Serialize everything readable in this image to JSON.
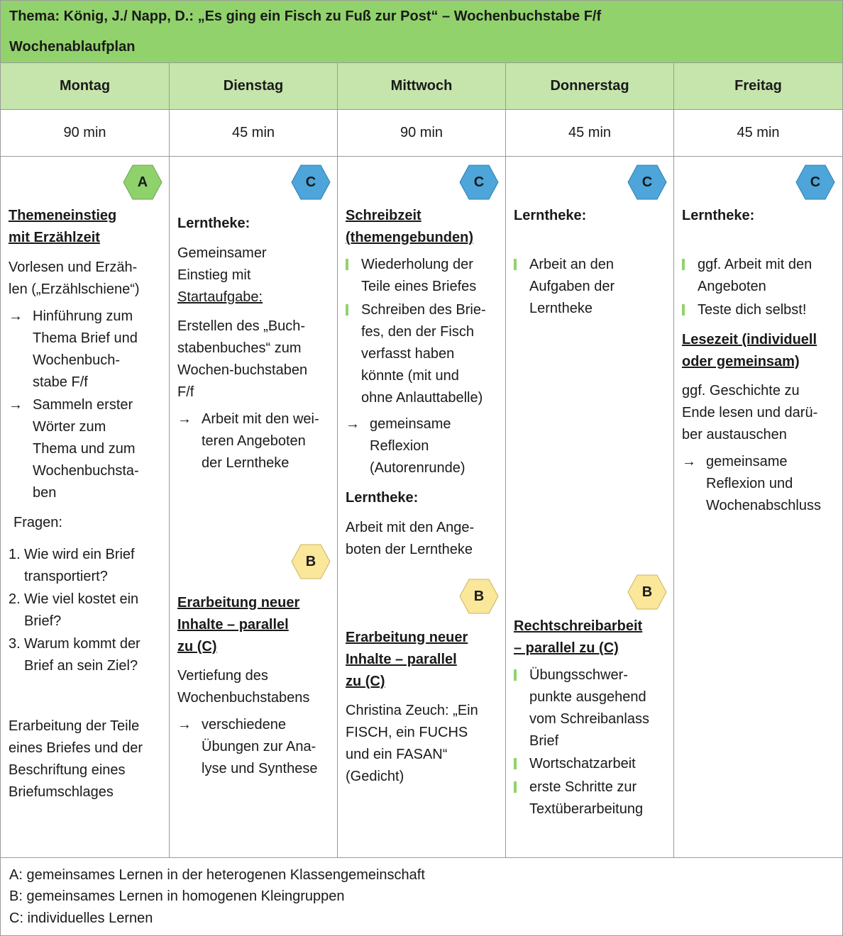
{
  "header": {
    "title": "Thema: König, J./ Napp, D.: „Es ging ein Fisch zu Fuß zur Post“ – Wochenbuchstabe F/f",
    "subtitle": "Wochenablaufplan"
  },
  "days": [
    "Montag",
    "Dienstag",
    "Mittwoch",
    "Donnerstag",
    "Freitag"
  ],
  "durations": [
    "90 min",
    "45 min",
    "90 min",
    "45 min",
    "45 min"
  ],
  "badge_colors": {
    "A": "#8fd16b",
    "B": "#fbe79a",
    "C": "#4ea5d9"
  },
  "monday": {
    "badge": "A",
    "heading_1": "Themeneinstieg",
    "heading_2": "mit Erzählzeit",
    "intro_1": "Vorlesen und  Erzäh-",
    "intro_2": "len („Erzählschiene“)",
    "arrow1": [
      "Hinführung zum",
      "Thema Brief und",
      "Wochenbuch-",
      "stabe F/f"
    ],
    "arrow2": [
      "Sammeln erster",
      "Wörter zum",
      "Thema und zum",
      "Wochenbuchsta-",
      "ben"
    ],
    "questions_label": "Fragen:",
    "questions": [
      {
        "n": "1.",
        "lines": [
          "Wie wird ein Brief",
          "transportiert?"
        ]
      },
      {
        "n": "2.",
        "lines": [
          "Wie viel kostet ein",
          "Brief?"
        ]
      },
      {
        "n": "3.",
        "lines": [
          "Warum kommt der",
          "Brief an sein Ziel?"
        ]
      }
    ],
    "outro": [
      "Erarbeitung der Teile",
      "eines Briefes und der",
      "Beschriftung eines",
      "Briefumschlages"
    ]
  },
  "tuesday": {
    "badge_top": "C",
    "lerntheke": "Lerntheke:",
    "text_1": "Gemeinsamer",
    "text_2": "Einstieg mit",
    "text_3": "Startaufgabe:",
    "text_4": [
      "Erstellen des „Buch-",
      "stabenbuches“ zum",
      "Wochen-buchstaben",
      "F/f"
    ],
    "arrow": [
      "Arbeit mit den wei-",
      "teren Angeboten",
      "der Lerntheke"
    ],
    "badge_bottom": "B",
    "heading": [
      "Erarbeitung neuer",
      "Inhalte – parallel",
      "zu (C)"
    ],
    "text_5": [
      "Vertiefung des",
      "Wochenbuchstabens"
    ],
    "arrow2": [
      "verschiedene",
      "Übungen zur Ana-",
      "lyse und Synthese"
    ]
  },
  "wednesday": {
    "badge_top": "C",
    "heading": [
      "Schreibzeit",
      "(themengebunden)"
    ],
    "bullet1": [
      "Wiederholung der",
      "Teile eines Briefes"
    ],
    "bullet2": [
      "Schreiben des Brie-",
      "fes, den der Fisch",
      "verfasst haben",
      "könnte (mit und",
      "ohne Anlauttabelle)"
    ],
    "arrow": [
      "gemeinsame",
      "Reflexion",
      "(Autorenrunde)"
    ],
    "lerntheke": "Lerntheke:",
    "text_1": [
      "Arbeit mit den Ange-",
      "boten der Lerntheke"
    ],
    "badge_bottom": "B",
    "heading_2": [
      "Erarbeitung neuer",
      "Inhalte – parallel",
      "zu (C)"
    ],
    "text_2": [
      "Christina Zeuch: „Ein",
      "FISCH, ein FUCHS",
      "und ein FASAN“",
      "(Gedicht)"
    ]
  },
  "thursday": {
    "badge_top": "C",
    "lerntheke": "Lerntheke:",
    "bullet1": [
      "Arbeit an den",
      "Aufgaben der",
      "Lerntheke"
    ],
    "badge_bottom": "B",
    "heading": [
      "Rechtschreibarbeit",
      "– parallel zu (C)"
    ],
    "bullet2": [
      "Übungsschwer-",
      "punkte ausgehend",
      "vom Schreibanlass",
      "Brief"
    ],
    "bullet3": [
      "Wortschatzarbeit"
    ],
    "bullet4": [
      "erste Schritte zur",
      "Textüberarbeitung"
    ]
  },
  "friday": {
    "badge_top": "C",
    "lerntheke": "Lerntheke:",
    "bullet1": [
      "ggf. Arbeit mit den",
      "Angeboten"
    ],
    "bullet2": [
      "Teste dich selbst!"
    ],
    "heading": [
      "Lesezeit (individuell",
      "oder gemeinsam)"
    ],
    "text_1": [
      "ggf. Geschichte zu",
      "Ende lesen und darü-",
      "ber austauschen"
    ],
    "arrow": [
      "gemeinsame",
      "Reflexion und",
      "Wochenabschluss"
    ]
  },
  "legend": [
    "A: gemeinsames Lernen in der heterogenen Klassengemeinschaft",
    "B: gemeinsames Lernen in homogenen Kleingruppen",
    "C: individuelles Lernen"
  ],
  "icons": {
    "arrow": "→"
  }
}
